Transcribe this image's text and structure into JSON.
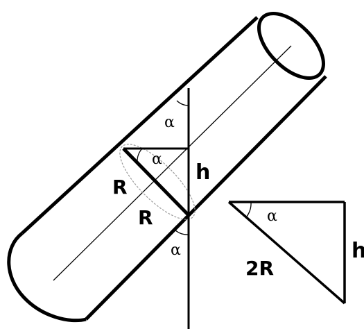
{
  "labels": {
    "alpha": "α",
    "h": "h",
    "R": "R",
    "two_r": "2R"
  },
  "colors": {
    "stroke": "#000000",
    "background": "#ffffff",
    "hidden_edge": "#9a9a9a"
  }
}
